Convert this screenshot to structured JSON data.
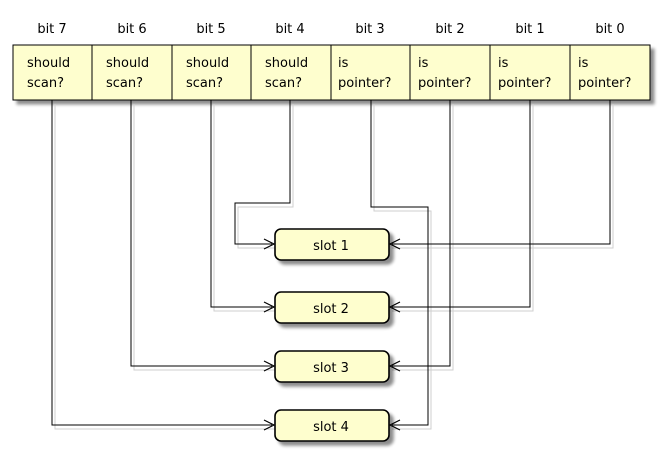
{
  "bits": [
    {
      "label": "bit 7",
      "line1": "should",
      "line2": "scan?"
    },
    {
      "label": "bit 6",
      "line1": "should",
      "line2": "scan?"
    },
    {
      "label": "bit 5",
      "line1": "should",
      "line2": "scan?"
    },
    {
      "label": "bit 4",
      "line1": "should",
      "line2": "scan?"
    },
    {
      "label": "bit 3",
      "line1": "is",
      "line2": "pointer?"
    },
    {
      "label": "bit 2",
      "line1": "is",
      "line2": "pointer?"
    },
    {
      "label": "bit 1",
      "line1": "is",
      "line2": "pointer?"
    },
    {
      "label": "bit 0",
      "line1": "is",
      "line2": "pointer?"
    }
  ],
  "slots": [
    {
      "label": "slot 1"
    },
    {
      "label": "slot 2"
    },
    {
      "label": "slot 3"
    },
    {
      "label": "slot 4"
    }
  ],
  "colors": {
    "cell_fill": "#fefece",
    "cell_stroke": "#000000",
    "edge": "#000000",
    "shadow": "#c8c8c8"
  }
}
